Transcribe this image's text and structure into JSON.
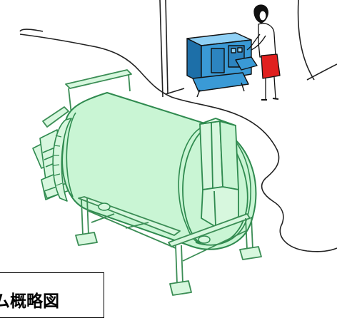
{
  "caption": {
    "text": "ム概略図"
  },
  "colors": {
    "drum_fill": "#c9f5d4",
    "drum_stroke": "#2f8a4f",
    "frame_stroke": "#3b8d55",
    "frame_fill": "#d7f7de",
    "cabinet_fill": "#3a9ad6",
    "cabinet_dark": "#1d6fa8",
    "cabinet_light": "#8fd0f5",
    "skirt": "#e0201f",
    "outline": "#111111"
  },
  "icons": [
    "rotary-drum",
    "support-frame",
    "feed-chute",
    "exhaust-duct",
    "control-cabinet",
    "operator-figure"
  ]
}
